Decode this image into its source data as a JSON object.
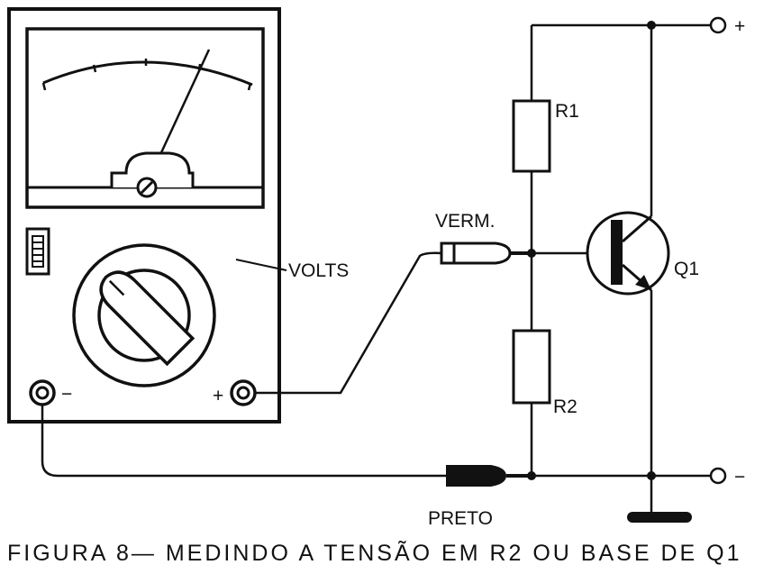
{
  "meter": {
    "label_minus": "−",
    "label_plus": "+",
    "label_volts": "VOLTS"
  },
  "circuit": {
    "supply_plus": "+",
    "supply_minus": "−",
    "r1": "R1",
    "r2": "R2",
    "q1": "Q1"
  },
  "probes": {
    "red_label": "VERM.",
    "black_label": "PRETO"
  },
  "caption": "FIGURA 8— MEDINDO A TENSÃO EM R2 OU BASE DE Q1",
  "colors": {
    "ink": "#111111",
    "paper": "#ffffff"
  }
}
